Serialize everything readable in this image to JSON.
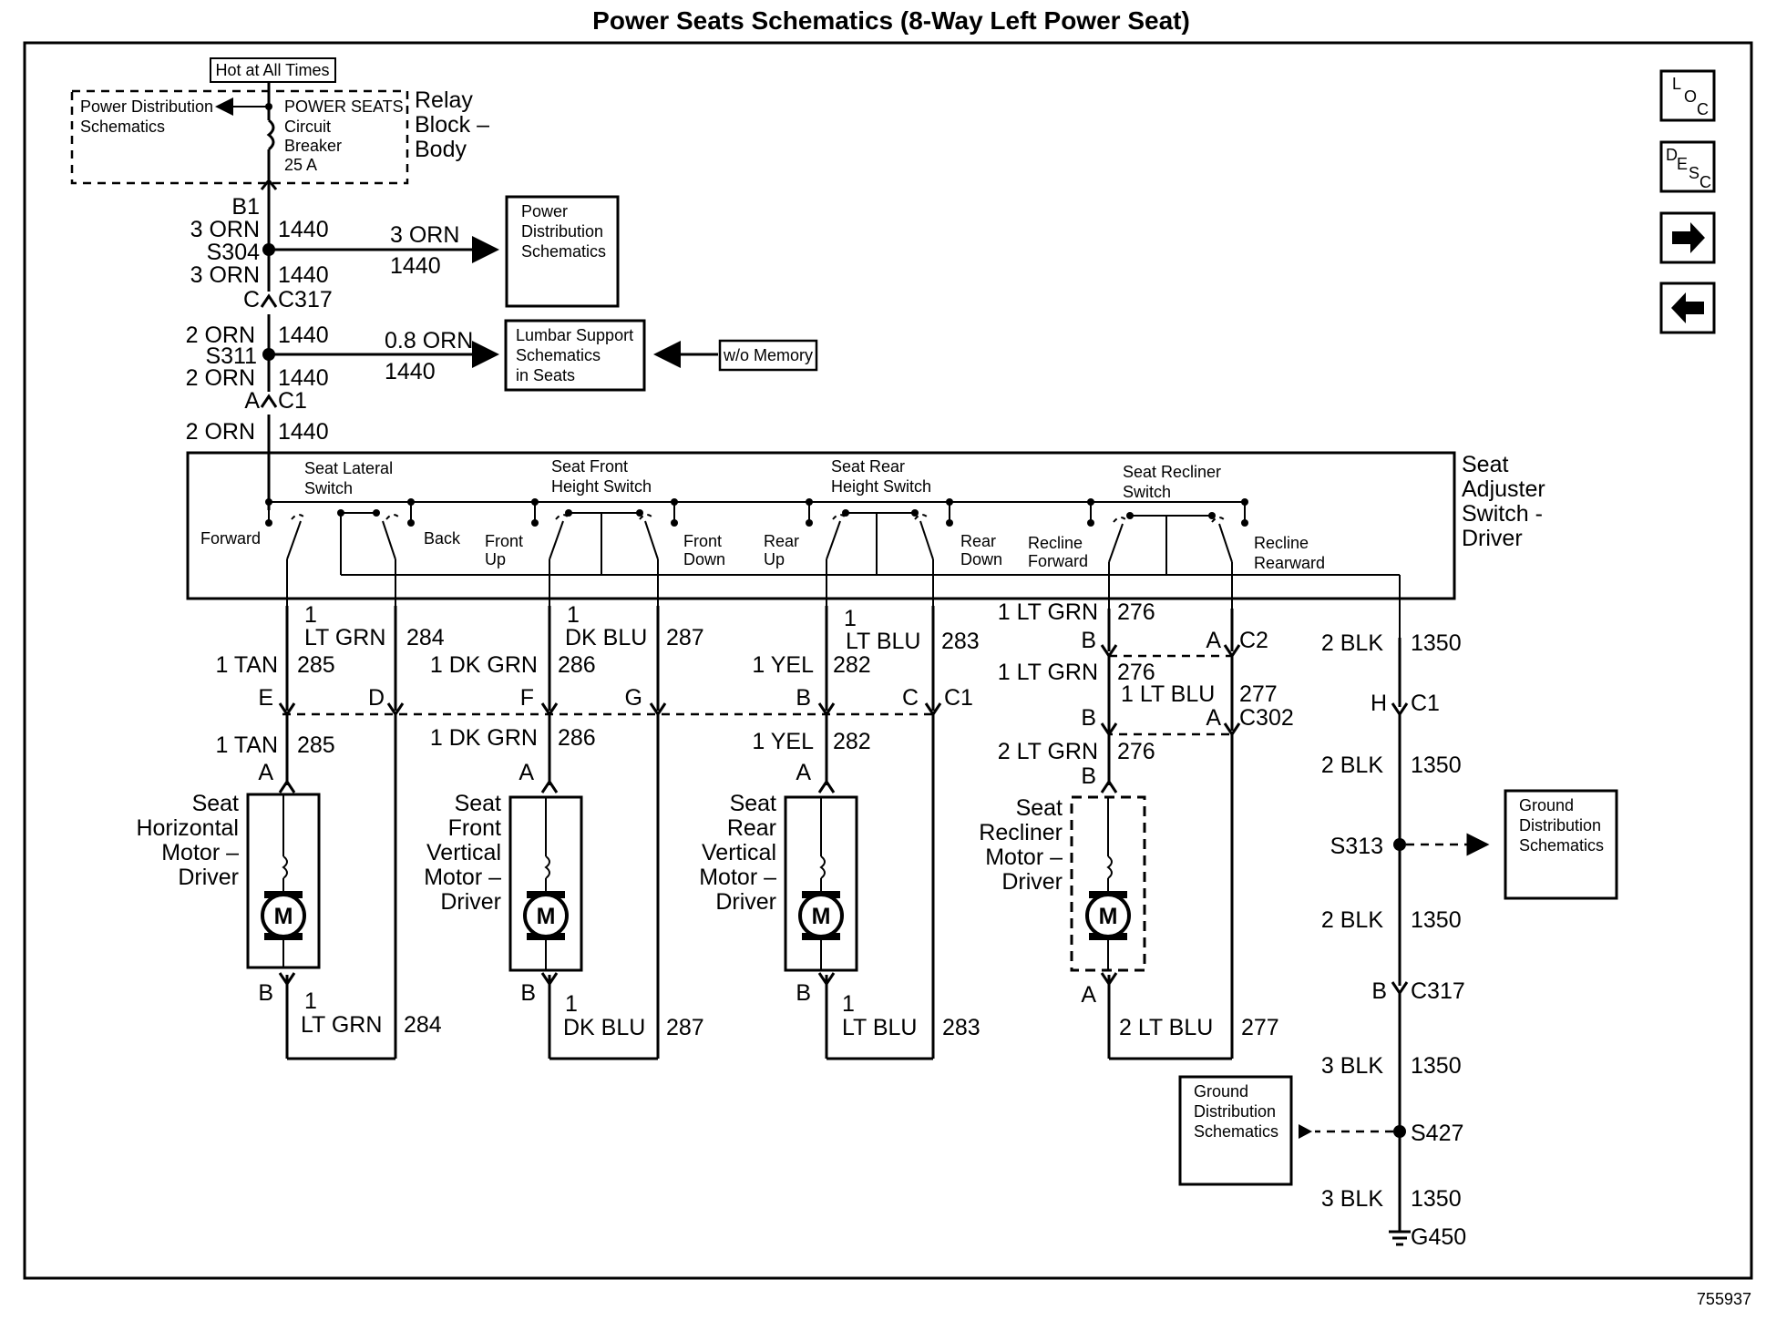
{
  "title": "Power Seats Schematics (8-Way Left Power Seat)",
  "figure_number": "755937",
  "nav": {
    "loc": {
      "l1": "L",
      "l2": "O",
      "l3": "C"
    },
    "desc": {
      "l1": "D",
      "l2": "E",
      "l3": "S",
      "l4": "C"
    },
    "next": "➔",
    "prev": "←"
  },
  "power_feed": {
    "hot_label": "Hot at All Times",
    "pd_schem_l1": "Power Distribution",
    "pd_schem_l2": "Schematics",
    "breaker_l1": "POWER SEATS",
    "breaker_l2": "Circuit",
    "breaker_l3": "Breaker",
    "breaker_l4": "25 A",
    "relay_l1": "Relay",
    "relay_l2": "Block –",
    "relay_l3": "Body",
    "b1": "B1",
    "w1_color": "3 ORN",
    "w1_num": "1440",
    "s304": "S304",
    "branch1_color": "3 ORN",
    "branch1_num": "1440",
    "pd2_l1": "Power",
    "pd2_l2": "Distribution",
    "pd2_l3": "Schematics",
    "w2_color": "3 ORN",
    "w2_num": "1440",
    "c317_pin": "C",
    "c317": "C317",
    "w3_color": "2 ORN",
    "w3_num": "1440",
    "s311": "S311",
    "branch2_color": "0.8 ORN",
    "branch2_num": "1440",
    "lumbar_l1": "Lumbar Support",
    "lumbar_l2": "Schematics",
    "lumbar_l3": "in Seats",
    "wo_memory": "w/o Memory",
    "w4_color": "2 ORN",
    "w4_num": "1440",
    "c1_pin": "A",
    "c1": "C1",
    "w5_color": "2 ORN",
    "w5_num": "1440"
  },
  "switch": {
    "title_l1": "Seat",
    "title_l2": "Adjuster",
    "title_l3": "Switch -",
    "title_l4": "Driver",
    "lateral_l1": "Seat Lateral",
    "lateral_l2": "Switch",
    "front_l1": "Seat Front",
    "front_l2": "Height Switch",
    "rear_l1": "Seat Rear",
    "rear_l2": "Height Switch",
    "recliner_l1": "Seat Recliner",
    "recliner_l2": "Switch",
    "forward": "Forward",
    "back": "Back",
    "front_up_l1": "Front",
    "front_up_l2": "Up",
    "front_down_l1": "Front",
    "front_down_l2": "Down",
    "rear_up_l1": "Rear",
    "rear_up_l2": "Up",
    "rear_down_l1": "Rear",
    "rear_down_l2": "Down",
    "recline_fwd_l1": "Recline",
    "recline_fwd_l2": "Forward",
    "recline_rwd_l1": "Recline",
    "recline_rwd_l2": "Rearward"
  },
  "horizontal": {
    "top_gauge": "1",
    "top_color": "LT GRN",
    "top_num": "284",
    "left_color": "1 TAN",
    "left_num": "285",
    "pin_e": "E",
    "pin_d": "D",
    "below_color": "1 TAN",
    "below_num": "285",
    "pin_a": "A",
    "pin_b": "B",
    "motor_l1": "Seat",
    "motor_l2": "Horizontal",
    "motor_l3": "Motor –",
    "motor_l4": "Driver",
    "m": "M",
    "bot_gauge": "1",
    "bot_color": "LT GRN",
    "bot_num": "284"
  },
  "front": {
    "top_gauge": "1",
    "top_color": "DK BLU",
    "top_num": "287",
    "left_color": "1 DK GRN",
    "left_num": "286",
    "pin_f": "F",
    "pin_g": "G",
    "below_color": "1 DK GRN",
    "below_num": "286",
    "pin_a": "A",
    "pin_b": "B",
    "motor_l1": "Seat",
    "motor_l2": "Front",
    "motor_l3": "Vertical",
    "motor_l4": "Motor –",
    "motor_l5": "Driver",
    "m": "M",
    "bot_gauge": "1",
    "bot_color": "DK BLU",
    "bot_num": "287"
  },
  "rear": {
    "top_gauge": "1",
    "top_color": "LT BLU",
    "top_num": "283",
    "left_color": "1 YEL",
    "left_num": "282",
    "pin_b": "B",
    "pin_c": "C",
    "c1": "C1",
    "below_color": "1 YEL",
    "below_num": "282",
    "pin_a": "A",
    "pin_b2": "B",
    "motor_l1": "Seat",
    "motor_l2": "Rear",
    "motor_l3": "Vertical",
    "motor_l4": "Motor –",
    "motor_l5": "Driver",
    "m": "M",
    "bot_gauge": "1",
    "bot_color": "LT BLU",
    "bot_num": "283"
  },
  "recliner": {
    "top_color": "1 LT GRN",
    "top_num": "276",
    "pin_b": "B",
    "pin_a": "A",
    "c2": "C2",
    "mid_color": "1 LT GRN",
    "mid_num": "276",
    "blu_color": "1 LT BLU",
    "blu_num": "277",
    "pin_b2": "B",
    "pin_a2": "A",
    "c302": "C302",
    "low_color": "2 LT GRN",
    "low_num": "276",
    "pin_b3": "B",
    "motor_l1": "Seat",
    "motor_l2": "Recliner",
    "motor_l3": "Motor –",
    "motor_l4": "Driver",
    "m": "M",
    "pin_a3": "A",
    "bot_color": "2 LT BLU",
    "bot_num": "277"
  },
  "ground": {
    "w1_color": "2 BLK",
    "w1_num": "1350",
    "pin_h": "H",
    "c1": "C1",
    "w2_color": "2 BLK",
    "w2_num": "1350",
    "s313": "S313",
    "gd1_l1": "Ground",
    "gd1_l2": "Distribution",
    "gd1_l3": "Schematics",
    "w3_color": "2 BLK",
    "w3_num": "1350",
    "pin_b": "B",
    "c317": "C317",
    "w4_color": "3 BLK",
    "w4_num": "1350",
    "s427": "S427",
    "gd2_l1": "Ground",
    "gd2_l2": "Distribution",
    "gd2_l3": "Schematics",
    "w5_color": "3 BLK",
    "w5_num": "1350",
    "g450": "G450"
  }
}
